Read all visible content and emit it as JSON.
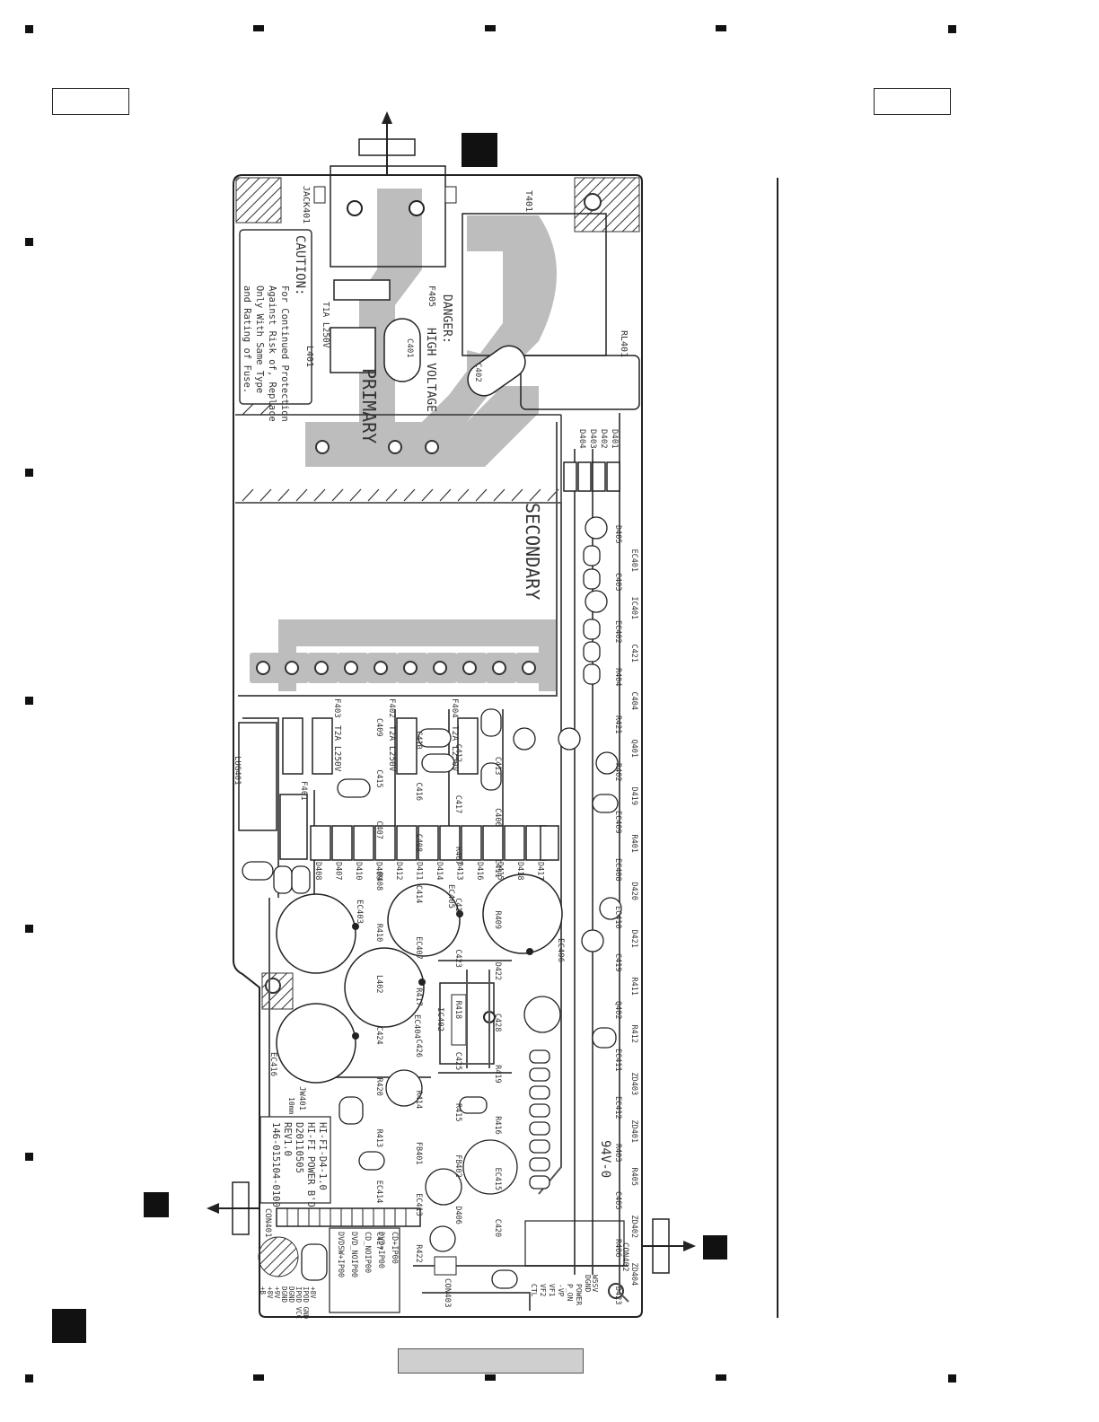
{
  "board": {
    "jack": "JACK401",
    "caution_title": "CAUTION:",
    "caution_lines": [
      "For Continued Protection",
      "Against Risk of, Replace",
      "Only With Same Type",
      "and Rating of Fuse."
    ],
    "fuse_main": "F405",
    "fuse_main_rating": "T1A L250V",
    "danger_title": "DANGER:",
    "danger_sub": "HIGH VOLTAGE",
    "primary": "PRIMARY",
    "secondary": "SECONDARY",
    "transformer": "T401",
    "relay": "RL401",
    "filter": "L401",
    "cap_x1": "C401",
    "cap_x2": "C402",
    "bridge_diodes": [
      "D401",
      "D402",
      "D403",
      "D404"
    ],
    "fuses": [
      {
        "ref": "F403",
        "rating": "T2A L250V"
      },
      {
        "ref": "F402",
        "rating": "T2A L250V"
      },
      {
        "ref": "F404",
        "rating": "T2A L250V"
      },
      {
        "ref": "F401",
        "rating": ""
      }
    ],
    "lug": "LUG401",
    "big_caps": [
      "EC403",
      "EC404",
      "EC405",
      "EC406",
      "EC416"
    ],
    "ic": "IC402",
    "version_lines": [
      "HI-FI-D4-1.0",
      "HI-FI POWER B'D",
      "D20110505",
      "REV1.0",
      "146-015104-0100"
    ],
    "flammability": "94V-0",
    "connectors": [
      "CON401",
      "CON402",
      "CON403"
    ],
    "jumper": "JW401",
    "jumper_size": "10mm",
    "right_col_refs": [
      "D405",
      "EC401",
      "C403",
      "IC401",
      "EC402",
      "C421",
      "R404",
      "C404",
      "R421",
      "Q401",
      "R402",
      "D419",
      "EC409",
      "R401",
      "EC408",
      "D420",
      "EC410",
      "D421",
      "C419",
      "R411",
      "Q402",
      "R412",
      "EC411",
      "ZD403",
      "EC412",
      "ZD401",
      "R403",
      "R405",
      "C405",
      "ZD402",
      "R406",
      "ZD404",
      "D423"
    ],
    "small_parts": [
      "C409",
      "C410",
      "C412",
      "C413",
      "C415",
      "C416",
      "C417",
      "C406",
      "C407",
      "C408",
      "R407",
      "C411",
      "R408",
      "C414",
      "C418",
      "R409",
      "R410",
      "EC407",
      "C423",
      "D422",
      "L402",
      "R417",
      "R418",
      "C428",
      "C424",
      "C426",
      "C425",
      "R419",
      "R420",
      "R414",
      "R415",
      "R416",
      "R413",
      "FB401",
      "FB402",
      "EC415",
      "EC414",
      "EC413",
      "D406",
      "C420",
      "C427",
      "R422"
    ],
    "diode_row": [
      "D408",
      "D407",
      "D410",
      "D409",
      "D412",
      "D411",
      "D414",
      "D413",
      "D416",
      "D415",
      "D418",
      "D417"
    ],
    "con401_pins": [
      "CD+IP00",
      "DVD+IP00",
      "CD_NOIP00",
      "DVD_NOIP00",
      "DVDSW+IP00"
    ],
    "con401_signals": [
      "+8V",
      "IPOD GND",
      "IPOD VCC",
      "DGND",
      "DGND",
      "+9V",
      "+8V",
      "+B"
    ],
    "con402_signals": [
      "W5SV",
      "DGND",
      "POWER",
      "P_ON",
      "-VP",
      "VF1",
      "VF2",
      "CTL"
    ]
  },
  "arrows": {
    "top": "",
    "left": "",
    "right": ""
  }
}
